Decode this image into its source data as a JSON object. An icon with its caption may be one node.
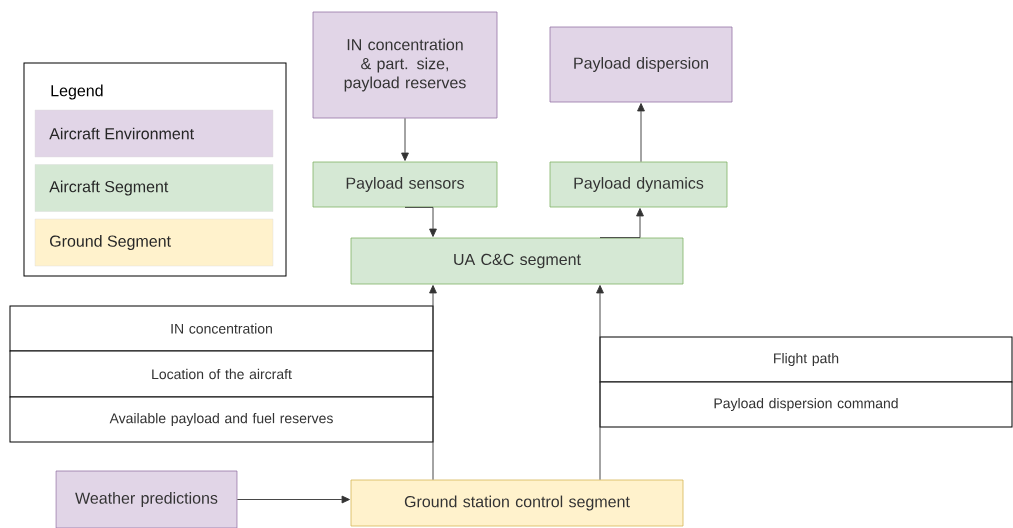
{
  "diagram": {
    "nodes": [
      {
        "text": [
          "IN concentration & part. size, payload reserves"
        ]
      },
      {
        "text": [
          "Payload dispersion"
        ]
      },
      {
        "text": [
          "Payload sensors"
        ]
      },
      {
        "text": [
          "Payload dynamics"
        ]
      },
      {
        "text": [
          "UA C&C segment"
        ]
      },
      {
        "text": [
          "IN concentration"
        ]
      },
      {
        "text": [
          "Location of the aircraft"
        ]
      },
      {
        "text": [
          "Available payload and fuel reserves"
        ]
      },
      {
        "text": [
          "Flight path"
        ]
      },
      {
        "text": [
          "Payload dispersion command"
        ]
      },
      {
        "text": [
          "Weather predictions"
        ]
      },
      {
        "text": [
          "Ground station control segment"
        ]
      }
    ],
    "edges": [
      {
        "from": 0,
        "to": 2,
        "arrow": "to"
      },
      {
        "from": 2,
        "to": 4,
        "arrow": "to"
      },
      {
        "from": 4,
        "to": 3,
        "arrow": "to"
      },
      {
        "from": 3,
        "to": 1,
        "arrow": "to"
      },
      {
        "from": 11,
        "to": 4,
        "arrow": "to"
      },
      {
        "from": 11,
        "to": 4,
        "arrow": "to"
      },
      {
        "from": 10,
        "to": 11,
        "arrow": "to"
      }
    ],
    "labels": [
      "Legend"
    ],
    "legend": [
      {
        "text": "Aircraft Environment",
        "color": "#e1d5e7"
      },
      {
        "text": "Aircraft Segment",
        "color": "#d5e8d4"
      },
      {
        "text": "Ground Segment",
        "color": "#fff2cc"
      }
    ]
  }
}
